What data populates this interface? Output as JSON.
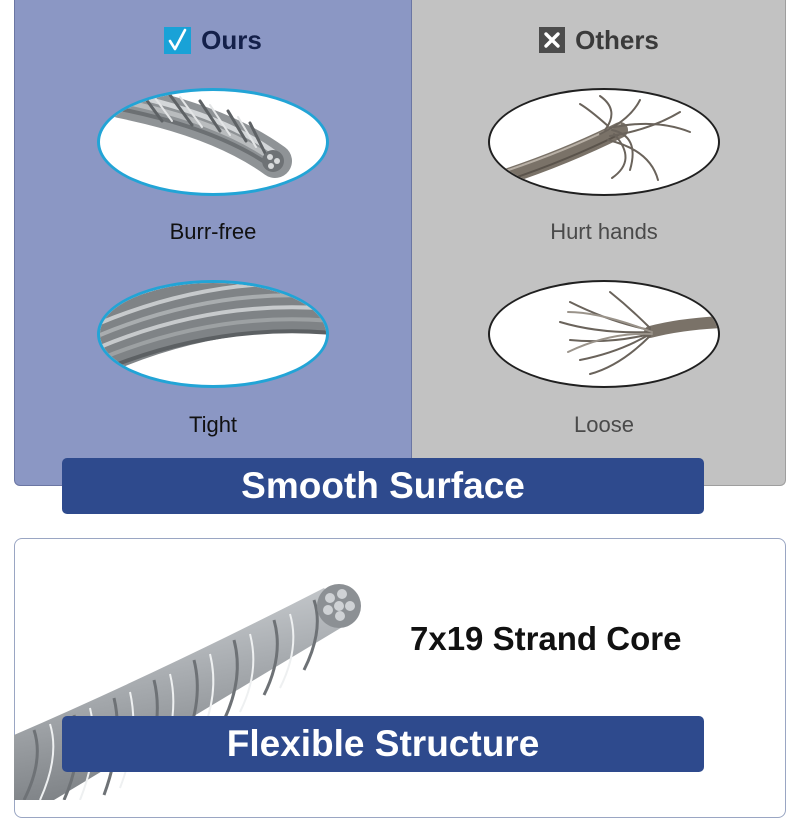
{
  "comparison": {
    "ours": {
      "label": "Ours",
      "icon": "check-icon",
      "items": [
        {
          "caption": "Burr-free"
        },
        {
          "caption": "Tight"
        }
      ]
    },
    "others": {
      "label": "Others",
      "icon": "cross-icon",
      "items": [
        {
          "caption": "Hurt hands"
        },
        {
          "caption": "Loose"
        }
      ]
    }
  },
  "banners": {
    "surface": "Smooth Surface",
    "structure": "Flexible Structure"
  },
  "feature": {
    "core": "7x19 Strand Core"
  },
  "colors": {
    "ours_panel": "#8b97c4",
    "others_panel": "#c2c2c2",
    "banner": "#2e4a8d",
    "accent": "#19a2d7"
  }
}
